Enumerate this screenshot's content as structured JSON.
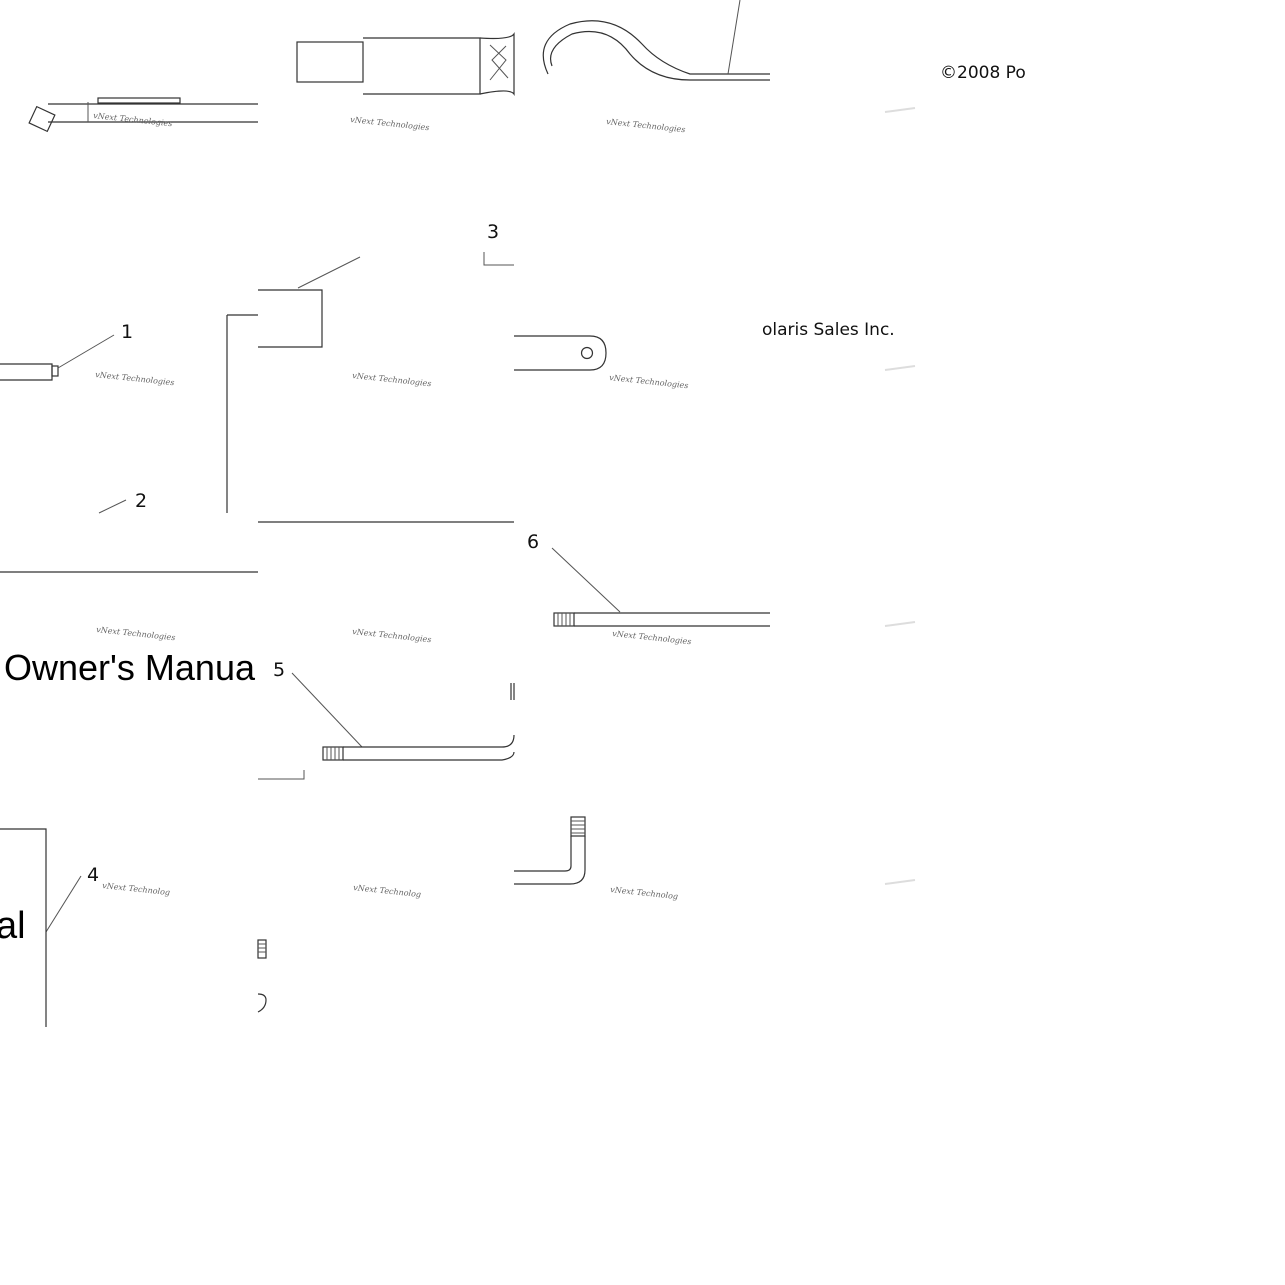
{
  "copyright": {
    "line_1": "©2008 Po",
    "line_2": "olaris Sales Inc."
  },
  "manual": {
    "text_1": "Owner's Manua",
    "text_2": "al"
  },
  "callouts": [
    "1",
    "2",
    "3",
    "4",
    "5",
    "6"
  ],
  "watermark": {
    "text": "vNext Technologies",
    "text_partial": "vNext Technolog"
  }
}
